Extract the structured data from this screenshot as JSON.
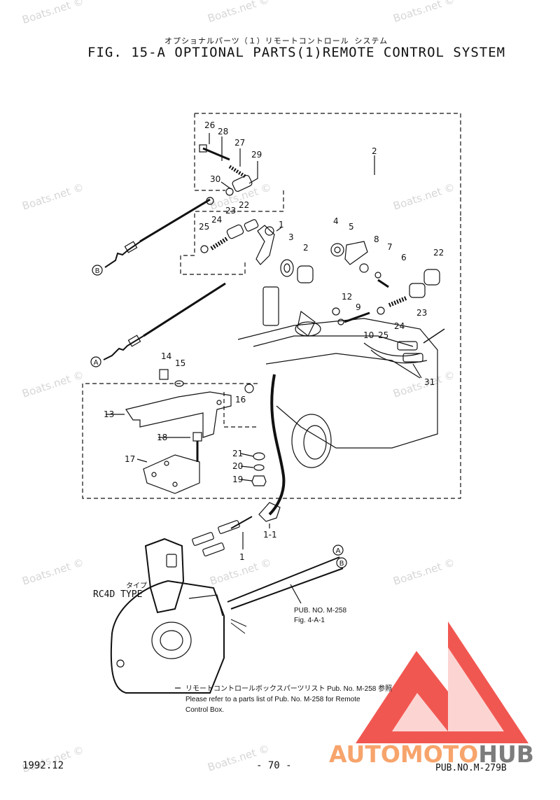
{
  "header": {
    "title_jp": "オプショナルパーツ（１）リモートコントロール システム",
    "title_en": "FIG. 15-A OPTIONAL PARTS(1)REMOTE CONTROL SYSTEM"
  },
  "watermark": {
    "text": "Boats.net ©"
  },
  "callouts": {
    "p1": "1",
    "p1_1": "1-1",
    "p2": "2",
    "p3": "3",
    "p4": "4",
    "p5": "5",
    "p6": "6",
    "p7": "7",
    "p8": "8",
    "p9": "9",
    "p10": "10",
    "p12": "12",
    "p13": "13",
    "p14": "14",
    "p15": "15",
    "p16": "16",
    "p17": "17",
    "p18": "18",
    "p19": "19",
    "p20": "20",
    "p21": "21",
    "p22": "22",
    "p23": "23",
    "p24": "24",
    "p25": "25",
    "p26": "26",
    "p27": "27",
    "p28": "28",
    "p29": "29",
    "p30": "30",
    "p31": "31",
    "A": "A",
    "B": "B"
  },
  "type_label": {
    "jp": "タイプ",
    "en": "RC4D TYPE"
  },
  "pub_ref": {
    "line1": "PUB. NO. M-258",
    "line2": "Fig. 4-A-1"
  },
  "note": {
    "jp": "リモートコントロールボックスパーツリスト Pub. No. M-258 参照",
    "en1": "Please refer to a parts list of Pub. No. M-258 for Remote",
    "en2": "Control Box."
  },
  "footer": {
    "date": "1992.12",
    "page": "- 70 -",
    "pub_no": "PUB.NO.M-279B"
  },
  "logo": {
    "part1": "AUTOMOTO",
    "part2": "HUB"
  },
  "colors": {
    "logo_orange": "#f7a46c",
    "logo_red": "#ef3a32",
    "logo_gray": "#7c7c7c"
  }
}
